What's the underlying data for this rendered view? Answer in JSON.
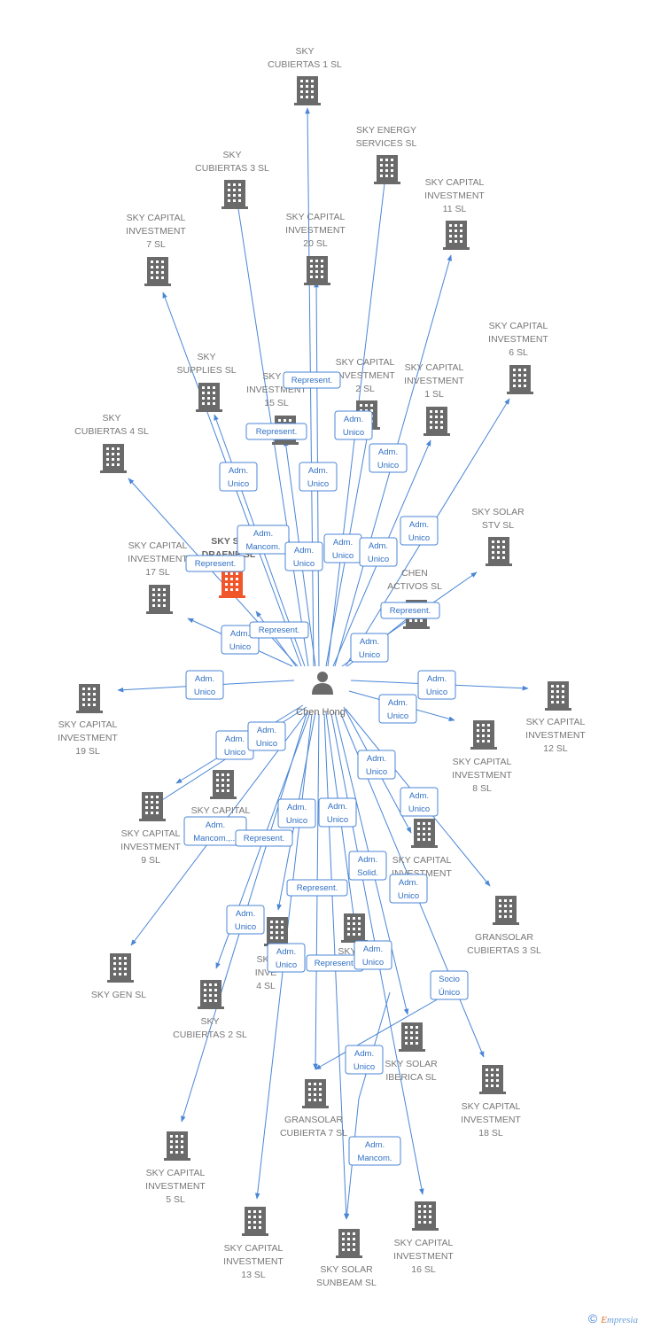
{
  "colors": {
    "edge": "#4a86d6",
    "building": "#6a6a6a",
    "building_highlight": "#f0562a",
    "person": "#6a6a6a"
  },
  "center": {
    "id": "chen",
    "name": "Chen Hong",
    "icon": "person-icon"
  },
  "nodes": [
    {
      "id": "n1",
      "lines": [
        "SKY",
        "CUBIERTAS 1 SL"
      ]
    },
    {
      "id": "n2",
      "lines": [
        "SKY ENERGY",
        "SERVICES  SL"
      ]
    },
    {
      "id": "n3",
      "lines": [
        "SKY",
        "CUBIERTAS 3 SL"
      ]
    },
    {
      "id": "n4",
      "lines": [
        "SKY CAPITAL",
        "INVESTMENT",
        "11 SL"
      ]
    },
    {
      "id": "n5",
      "lines": [
        "SKY CAPITAL",
        "INVESTMENT",
        "7 SL"
      ]
    },
    {
      "id": "n6",
      "lines": [
        "SKY CAPITAL",
        "INVESTMENT",
        "20 SL"
      ]
    },
    {
      "id": "n7",
      "lines": [
        "SKY CAPITAL",
        "INVESTMENT",
        "6 SL"
      ]
    },
    {
      "id": "n8",
      "lines": [
        "SKY",
        "SUPPLIES SL"
      ]
    },
    {
      "id": "n9",
      "lines": [
        "SKY C",
        "INVESTMENT",
        "15 SL"
      ]
    },
    {
      "id": "n10",
      "lines": [
        "SKY CAPITAL",
        "INVESTMENT",
        "2 SL"
      ]
    },
    {
      "id": "n11",
      "lines": [
        "SKY CAPITAL",
        "INVESTMENT",
        "1 SL"
      ]
    },
    {
      "id": "n12",
      "lines": [
        "SKY",
        "CUBIERTAS 4 SL"
      ]
    },
    {
      "id": "n13",
      "lines": [
        "SKY SOLAR",
        "STV SL"
      ]
    },
    {
      "id": "n14",
      "lines": [
        "SKY CAPITAL",
        "INVESTMENT",
        "17 SL"
      ]
    },
    {
      "id": "n15",
      "lines": [
        "SKY SO",
        "DRAENE SL"
      ],
      "highlight": true
    },
    {
      "id": "n16",
      "lines": [
        "CHEN",
        "ACTIVOS SL"
      ]
    },
    {
      "id": "n17",
      "lines": [
        "SKY CAPITAL",
        "INVESTMENT",
        "19 SL"
      ]
    },
    {
      "id": "n18",
      "lines": [
        "SKY CAPITAL",
        "INVESTMENT",
        "12 SL"
      ]
    },
    {
      "id": "n19",
      "lines": [
        "SKY CAPITAL",
        "INVESTMENT",
        "8 SL"
      ]
    },
    {
      "id": "n20",
      "lines": [
        "SKY CAPITAL"
      ]
    },
    {
      "id": "n21",
      "lines": [
        "SKY CAPITAL",
        "INVESTMENT",
        "9 SL"
      ]
    },
    {
      "id": "n22",
      "lines": [
        "SKY CAPITAL",
        "INVESTMENT",
        "SL"
      ]
    },
    {
      "id": "n23",
      "lines": [
        "GRANSOLAR",
        "CUBIERTAS 3 SL"
      ]
    },
    {
      "id": "n24",
      "lines": [
        "SKY GEN  SL"
      ]
    },
    {
      "id": "n25",
      "lines": [
        "SKY",
        "INVE",
        "4 SL"
      ]
    },
    {
      "id": "n26",
      "lines": [
        "SKY C",
        "3 SL"
      ]
    },
    {
      "id": "n27",
      "lines": [
        "SKY",
        "CUBIERTAS 2 SL"
      ]
    },
    {
      "id": "n28",
      "lines": [
        "SKY SOLAR",
        "IBERICA SL"
      ]
    },
    {
      "id": "n29",
      "lines": [
        "SKY CAPITAL",
        "INVESTMENT",
        "18 SL"
      ]
    },
    {
      "id": "n30",
      "lines": [
        "GRANSOLAR",
        "CUBIERTA 7  SL"
      ]
    },
    {
      "id": "n31",
      "lines": [
        "SKY CAPITAL",
        "INVESTMENT",
        "5 SL"
      ]
    },
    {
      "id": "n32",
      "lines": [
        "SKY CAPITAL",
        "INVESTMENT",
        "13 SL"
      ]
    },
    {
      "id": "n33",
      "lines": [
        "SKY SOLAR",
        "SUNBEAM SL"
      ]
    },
    {
      "id": "n34",
      "lines": [
        "SKY CAPITAL",
        "INVESTMENT",
        "16 SL"
      ]
    }
  ],
  "edge_labels": [
    [
      "Represent."
    ],
    [
      "Adm.",
      "Unico"
    ],
    [
      "Represent."
    ],
    [
      "Adm.",
      "Unico"
    ],
    [
      "Adm.",
      "Unico"
    ],
    [
      "Adm.",
      "Unico"
    ],
    [
      "Adm.",
      "Unico"
    ],
    [
      "Adm.",
      "Mancom."
    ],
    [
      "Adm.",
      "Unico"
    ],
    [
      "Adm.",
      "Unico"
    ],
    [
      "Adm.",
      "Unico"
    ],
    [
      "Represent."
    ],
    [
      "Represent."
    ],
    [
      "Adm.",
      "Unico"
    ],
    [
      "Represent."
    ],
    [
      "Adm.",
      "Unico"
    ],
    [
      "Adm.",
      "Unico"
    ],
    [
      "Adm.",
      "Unico"
    ],
    [
      "Adm.",
      "Unico"
    ],
    [
      "Adm.",
      "Unico"
    ],
    [
      "Adm.",
      "Unico"
    ],
    [
      "Adm.",
      "Unico"
    ],
    [
      "Adm.",
      "Unico"
    ],
    [
      "Adm.",
      "Mancom.,..."
    ],
    [
      "Represent."
    ],
    [
      "Adm.",
      "Unico"
    ],
    [
      "Adm.",
      "Unico"
    ],
    [
      "Adm.",
      "Solid."
    ],
    [
      "Adm.",
      "Unico"
    ],
    [
      "Represent."
    ],
    [
      "Adm.",
      "Unico"
    ],
    [
      "Adm.",
      "Unico"
    ],
    [
      "Represent."
    ],
    [
      "Adm.",
      "Unico"
    ],
    [
      "Socio",
      "Único"
    ],
    [
      "Adm.",
      "Unico"
    ],
    [
      "Adm.",
      "Mancom."
    ]
  ],
  "footer": {
    "copyright": "©",
    "brand_first": "E",
    "brand_rest": "mpresia"
  }
}
